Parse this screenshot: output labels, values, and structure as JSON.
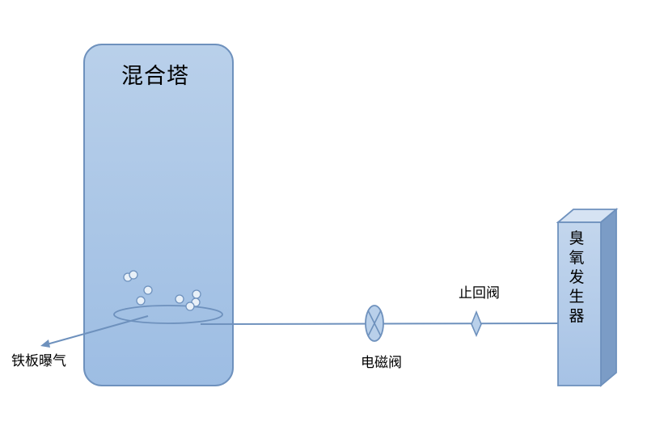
{
  "diagram": {
    "mixing_tower_label": "混合塔",
    "iron_plate_aeration_label": "铁板曝气",
    "solenoid_valve_label": "电磁阀",
    "check_valve_label": "止回阀",
    "ozone_generator_label": "臭氧发生器"
  },
  "colors": {
    "tower_fill_top": "#b9d0ea",
    "tower_fill_bottom": "#9dbde3",
    "outline": "#6e91bd",
    "pipe": "#6e91bd",
    "generator_front": "#b9d0ea",
    "generator_top": "#d6e3f3",
    "generator_side": "#7b9cc6"
  }
}
